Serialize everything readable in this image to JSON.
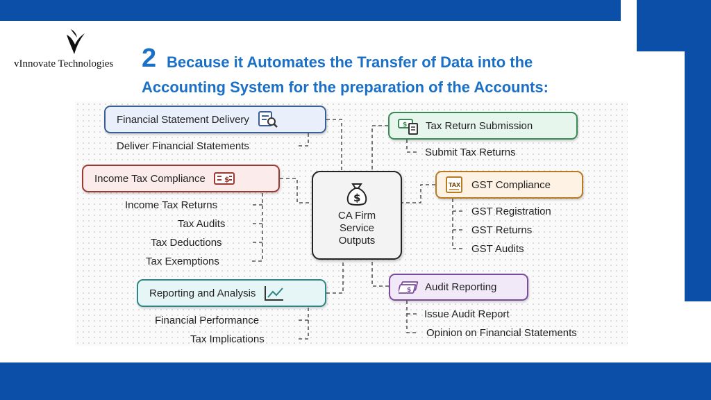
{
  "colors": {
    "band": "#0b4fa8",
    "title": "#1a6fc6",
    "blue_box_bg": "#e9f0fb",
    "blue_box_border": "#3b5f95",
    "green_box_bg": "#e7f6ec",
    "green_box_border": "#3a8a55",
    "red_box_bg": "#fbeceb",
    "red_box_border": "#9b3a32",
    "orange_box_bg": "#fdf2e3",
    "orange_box_border": "#b87a22",
    "teal_box_bg": "#e6f5f5",
    "teal_box_border": "#2f8585",
    "purple_box_bg": "#f2e9f8",
    "purple_box_border": "#7b4a9c"
  },
  "logo": {
    "text": "vInnovate Technologies"
  },
  "title": {
    "number": "2",
    "line1": "Because it Automates the Transfer of Data into the",
    "line2": "Accounting System for the preparation of the Accounts:"
  },
  "center": {
    "icon": "money-bag-icon",
    "line1": "CA Firm",
    "line2": "Service",
    "line3": "Outputs"
  },
  "nodes": {
    "financial_statement_delivery": {
      "label": "Financial Statement Delivery",
      "icon": "document-search-icon",
      "items": [
        "Deliver Financial Statements"
      ]
    },
    "income_tax_compliance": {
      "label": "Income Tax Compliance",
      "icon": "tax-form-icon",
      "items": [
        "Income Tax Returns",
        "Tax Audits",
        "Tax Deductions",
        "Tax Exemptions"
      ]
    },
    "reporting_and_analysis": {
      "label": "Reporting and Analysis",
      "icon": "line-chart-icon",
      "items": [
        "Financial Performance",
        "Tax Implications"
      ]
    },
    "tax_return_submission": {
      "label": "Tax Return Submission",
      "icon": "money-calculator-icon",
      "items": [
        "Submit Tax Returns"
      ]
    },
    "gst_compliance": {
      "label": "GST Compliance",
      "icon": "tax-document-icon",
      "icon_text": "TAX",
      "items": [
        "GST Registration",
        "GST Returns",
        "GST Audits"
      ]
    },
    "audit_reporting": {
      "label": "Audit Reporting",
      "icon": "money-stack-icon",
      "items": [
        "Issue Audit Report",
        "Opinion on Financial Statements"
      ]
    }
  }
}
